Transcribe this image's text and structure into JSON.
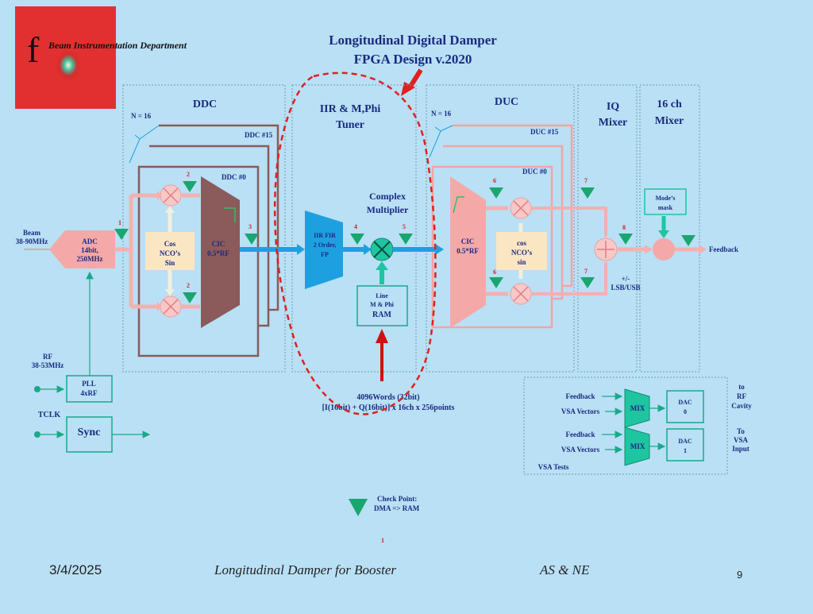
{
  "header": {
    "dept": "Beam Instrumentation Department",
    "title1": "Longitudinal Digital Damper",
    "title2": "FPGA Design v.2020"
  },
  "sections": {
    "ddc": "DDC",
    "iir1": "IIR & M,Phi",
    "iir2": "Tuner",
    "duc": "DUC",
    "iq1": "IQ",
    "iq2": "Mixer",
    "mx1": "16 ch",
    "mx2": "Mixer"
  },
  "ddc": {
    "n": "N = 16",
    "ddc15": "DDC #15",
    "ddc0": "DDC #0",
    "nco1": "Cos",
    "nco2": "NCO’s",
    "nco3": "Sin",
    "cic1": "CIC",
    "cic2": "0.5*RF"
  },
  "inputs": {
    "beam1": "Beam",
    "beam2": "38-90MHz",
    "adc1": "ADC",
    "adc2": "14bit,",
    "adc3": "250MHz",
    "rf1": "RF",
    "rf2": "38-53MHz",
    "pll1": "PLL",
    "pll2": "4xRF",
    "tclk": "TCLK",
    "sync": "Sync"
  },
  "iir": {
    "cm1": "Complex",
    "cm2": "Multiplier",
    "f1": "IIR FIR",
    "f2": "2 Order,",
    "f3": "FP",
    "ram1": "Line",
    "ram2": "M & Phi",
    "ram3": "RAM",
    "words1": "4096Words (32bit)",
    "words2": "[I(16bit) + Q(16bit)] x 16ch x 256points"
  },
  "duc": {
    "n": "N = 16",
    "duc15": "DUC #15",
    "duc0": "DUC #0",
    "cic1": "CIC",
    "cic2": "0.5*RF",
    "nco1": "cos",
    "nco2": "NCO’s",
    "nco3": "sin"
  },
  "mixer": {
    "mode1": "Mode’s",
    "mode2": "mask",
    "pm": "+/-",
    "lsb": "LSB/USB",
    "feedback": "Feedback"
  },
  "checkpoints": [
    "1",
    "2",
    "2",
    "3",
    "4",
    "5",
    "6",
    "6",
    "7",
    "7",
    "8"
  ],
  "vsa": {
    "fb1": "Feedback",
    "vv1": "VSA Vectors",
    "fb2": "Feedback",
    "vv2": "VSA Vectors",
    "mix": "MIX",
    "dac0a": "DAC",
    "dac0b": "0",
    "dac1a": "DAC",
    "dac1b": "1",
    "to1": "to",
    "to2": "RF",
    "to3": "Cavity",
    "ti1": "To",
    "ti2": "VSA",
    "ti3": "Input",
    "tests": "VSA Tests"
  },
  "legend": {
    "l1": "Check Point:",
    "l2": "DMA => RAM",
    "num": "1"
  },
  "footer": {
    "date": "3/4/2025",
    "title": "Longitudinal Damper for Booster",
    "authors": "AS & NE",
    "page": "9"
  },
  "colors": {
    "background": "#b9e0f5",
    "ddc": "#8b5a5a",
    "duc": "#f4a4a4",
    "iir": "#1ea0e0",
    "checkpoint": "#1aa66f",
    "redMark": "#e02020",
    "teal": "#1ec5a0"
  }
}
